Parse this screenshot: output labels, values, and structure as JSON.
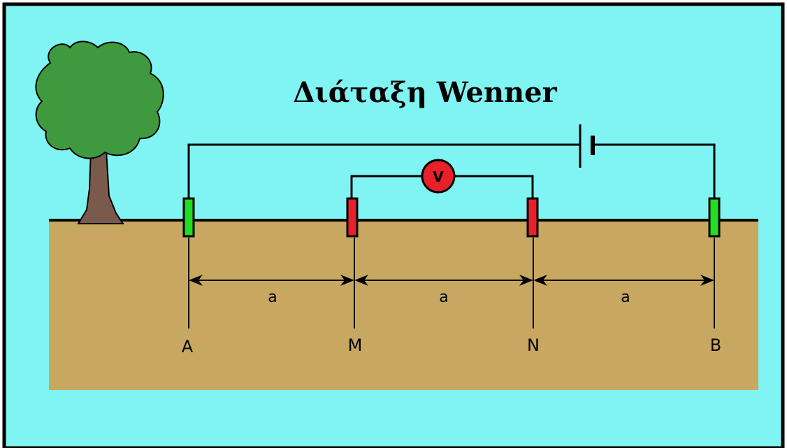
{
  "diagram": {
    "title": "Διάταξη Wenner",
    "electrodes": [
      {
        "label": "A",
        "role": "current",
        "color": "#22dd22"
      },
      {
        "label": "M",
        "role": "potential",
        "color": "#e8202a"
      },
      {
        "label": "N",
        "role": "potential",
        "color": "#e8202a"
      },
      {
        "label": "B",
        "role": "current",
        "color": "#22dd22"
      }
    ],
    "spacing_labels": [
      "a",
      "a",
      "a"
    ],
    "voltmeter_label": "V",
    "colors": {
      "sky": "#80f4f2",
      "ground": "#c8a860",
      "tree_canopy": "#3f9a3f",
      "tree_trunk": "#7a5a4a",
      "voltmeter": "#e8202a"
    }
  }
}
